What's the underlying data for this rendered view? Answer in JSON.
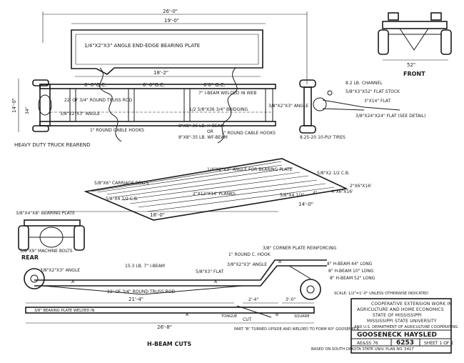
{
  "top_view": {
    "overall_length": "26'-0\"",
    "upper_length": "19'-0\"",
    "end_plate_note": "1/4\"X2\"X3\" ANGLE END-EDGE BEARING PLATE",
    "span_length": "18'-2\"",
    "spacing_1": "6'-0\"O.C.",
    "spacing_2": "6'-0\"O.C.",
    "spacing_3": "6'0\" O.C.",
    "width": "14'-0\"",
    "rod_note": "22' OF 3/4\" ROUND TRUSS ROD",
    "angle_note": "3/8\"X2\"X3\" ANGLE",
    "ibeam_note": "7\" I-BEAM WELDED IN WEB",
    "bridging_note": "1/2 5/8\"X36 3/4\" BRIDGING",
    "angle_note_2": "3/8\"X2\"X3\" ANGLE",
    "beam_note": "8\"X8\"-36 LB. H-BEAM",
    "or_label": "OR",
    "wf_note": "8\"X8\"-35 LB. WF-BEAM",
    "cable_hooks_left": "1\" ROUND CABLE HOOKS",
    "cable_hooks_right": "1\" ROUND CABLE HOOKS",
    "rearend_note": "HEAVY DUTY TRUCK REAREND",
    "channel_note": "8.2 LB. CHANNEL",
    "flat_stock_note": "5/8\"X3\"X52\" FLAT STOCK",
    "flat_note": "3\"X14\" FLAT",
    "flat_detail_note": "3/8\"X24\"X24\" FLAT (SEE DETAIL)",
    "tires_note": "8.25-20 10-PLY TIRES"
  },
  "front_view": {
    "title": "FRONT",
    "dimension": "52\""
  },
  "deck_view": {
    "bearing_plate_note": "1/4\"X2\"X3\" ANGLE FOR BEARING PLATE",
    "bolts_note": "5/8\"X6\" CARRIAGE BOLTS",
    "cb_note": "5/8\"X2 1/2 C.B.",
    "planks_note": "2\"X12\"X14' PLANKS",
    "crossbar_note": "5/8\"X4 1/2 C.B.",
    "timber_note": "4\"X6\"X16'",
    "timber_note_2": "2\"X6\"X16'",
    "length": "18'-0\"",
    "width": "14'-0\"",
    "dim_4": "4\"",
    "dim_small": "5/8\"X4 1/2\""
  },
  "rear_view": {
    "title": "REAR",
    "bearing_note": "3/8\"X4\"X8\" BEARING PLATE",
    "bolts_note": "5/8\"X9\" MACHINE BOLTS"
  },
  "side_view": {
    "round_hook": "1\" ROUND C. HOOK",
    "corner_plate": "3/8\" CORNER PLATE REINFORCING",
    "angle_left": "3/8\"X2\"X3\" ANGLE",
    "ibeam": "15.3 LB. 7\" I-BEAM",
    "angle_mid": "3/8\"X2\"X3\" ANGLE",
    "flat": "5/8\"X3\" FLAT",
    "hbeam_44": "8\" H-BEAM 44\" LONG",
    "hbeam_10": "8\" H-BEAM 10\" LONG",
    "hbeam_52": "8\" H-BEAM 52\" LONG",
    "rod": "22' OF 3/4\" ROUND TRUSS ROD",
    "label_a1": "A",
    "label_a2": "A",
    "label_b": "B"
  },
  "hbeam_cuts": {
    "title": "H-BEAM CUTS",
    "length_upper": "21'-4\"",
    "length_lower": "26'-8\"",
    "dim_a": "2'-4\"",
    "dim_b": "3'-0\"",
    "plate_note": "3/8\" BEARING PLATE WELDED IN",
    "cut_note": "CUT",
    "weld_note": "PART \"B\" TURNED UPSIDE AND WELDED TO FORM 60° GOOSENECK",
    "label_a": "A",
    "label_b": "B",
    "tongue_note": "TONGUE",
    "square_note": "SQUARE"
  },
  "scale_note": "SCALE: 1/2\"=1'-0\" UNLESS OTHERWISE INDICATED",
  "title_block": {
    "line1": "COOPERATIVE EXTENSION WORK IN",
    "line2": "AGRICULTURE AND HOME ECONOMICS",
    "line3": "STATE OF MISSISSIPPI",
    "line4": "MISSISSIPPI STATE UNIVERSITY",
    "line5": "AND U.S. DEPARTMENT OF AGRICULTURE COOPERATING",
    "drawing_title_a": "GOOSENECK",
    "drawing_title_b": "HAYSLED",
    "drawing_code": "AE&SS 76",
    "drawing_number": "6253",
    "sheet": "SHEET 1 OF 1",
    "based_on": "BASED ON SOUTH DAKOTA STATE UNIV. PLAN NO. 5417"
  }
}
